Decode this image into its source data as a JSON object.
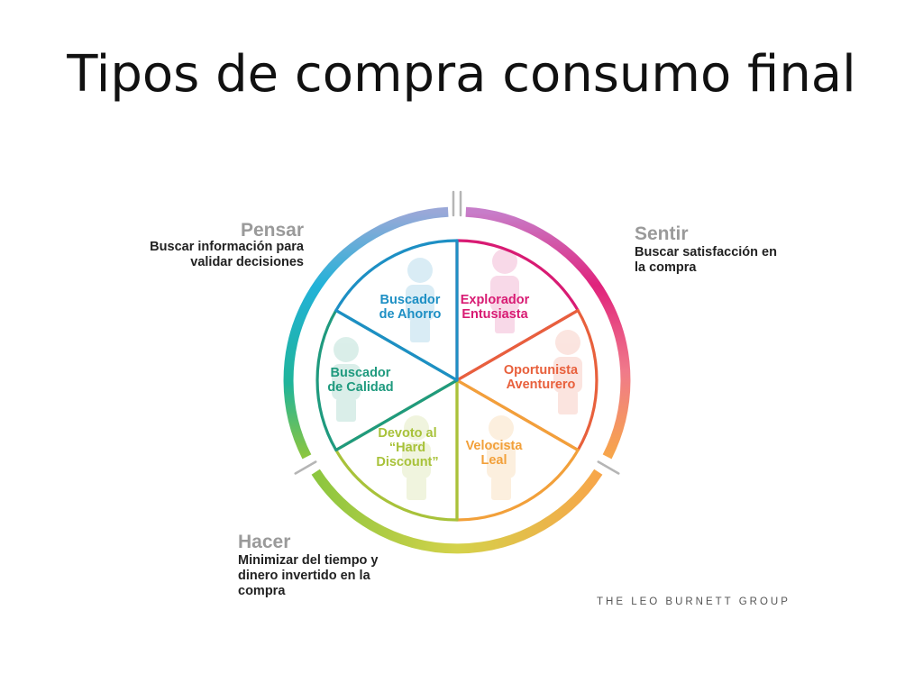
{
  "slide": {
    "title": "Tipos de compra consumo final"
  },
  "groups": {
    "pensar": {
      "heading": "Pensar",
      "description": [
        "Buscar información para",
        "validar decisiones"
      ]
    },
    "sentir": {
      "heading": "Sentir",
      "description": [
        "Buscar satisfacción en",
        "la compra"
      ]
    },
    "hacer": {
      "heading": "Hacer",
      "description": [
        "Minimizar del tiempo y",
        "dinero invertido en la",
        "compra"
      ]
    }
  },
  "segments": [
    {
      "lines": [
        "Explorador",
        "Entusiasta"
      ],
      "color": "#d81b73"
    },
    {
      "lines": [
        "Oportunista",
        "Aventurero"
      ],
      "color": "#e8603c"
    },
    {
      "lines": [
        "Velocista",
        "Leal"
      ],
      "color": "#f2a03a"
    },
    {
      "lines": [
        "Devoto al",
        "“Hard",
        "Discount”"
      ],
      "color": "#a8c23a"
    },
    {
      "lines": [
        "Buscador",
        "de Calidad"
      ],
      "color": "#1f9a7e"
    },
    {
      "lines": [
        "Buscador",
        "de Ahorro"
      ],
      "color": "#1d8fc4"
    }
  ],
  "colors": {
    "pensar": "#1ab0d6",
    "sentir": "#d81b73",
    "hacer": "#8cc63f",
    "heading": "#9a9a9a",
    "text": "#222222"
  },
  "footer": {
    "brand": "THE LEO BURNETT GROUP"
  }
}
